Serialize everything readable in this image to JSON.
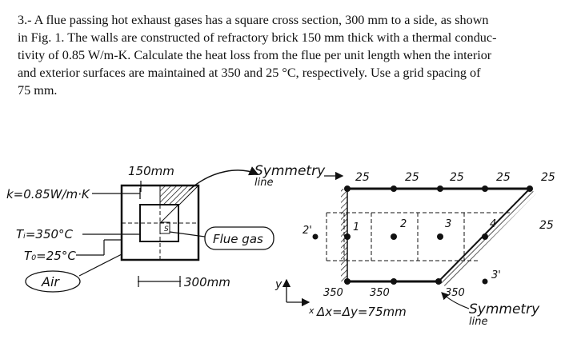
{
  "problem": {
    "lines": [
      "3.- A flue passing hot exhaust gases has a square cross section, 300 mm to a side, as shown",
      "in Fig. 1. The walls are constructed of refractory brick 150 mm thick with a thermal conduc-",
      "tivity of 0.85 W/m-K. Calculate the heat loss from the flue per unit length when the interior",
      "and exterior surfaces are maintained at 350 and 25 °C, respectively. Use a grid spacing of",
      "75 mm."
    ]
  },
  "figure": {
    "wall_thickness": "150mm",
    "conductivity": "k=0.85W/m·K",
    "ti": "Tᵢ=350°C",
    "to": "T₀=25°C",
    "air": "Air",
    "side": "300mm",
    "flue_gas": "Flue gas",
    "sym_top_1": "Symmetry",
    "sym_top_2": "line",
    "sym_bot_1": "Symmetry",
    "sym_bot_2": "line",
    "grid_spacing": "Δx=Δy=75mm",
    "y_axis": "y",
    "x_axis": "x",
    "small_s": "S",
    "node_2prime": "2'",
    "node_3prime": "3'",
    "nodes": [
      "1",
      "2",
      "3",
      "4"
    ],
    "top_temps": [
      "25",
      "25",
      "25",
      "25",
      "25"
    ],
    "right_temp": "25",
    "bottom_temps": [
      "350",
      "350",
      "350"
    ]
  }
}
